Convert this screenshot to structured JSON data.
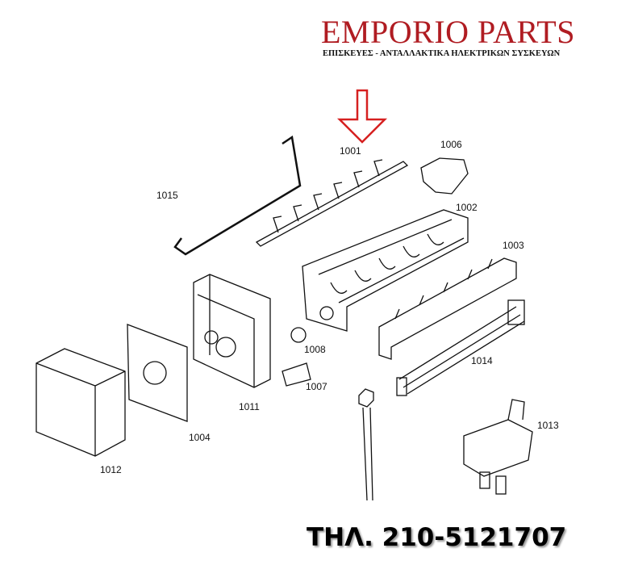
{
  "header": {
    "brand": "EMPORIO PARTS",
    "tagline": "ΕΠΙΣΚΕΥΕΣ - ΑΝΤΑΛΛΑΚΤΙΚΑ ΗΛΕΚΤΡΙΚΩΝ ΣΥΣΚΕΥΩΝ",
    "brand_color": "#b01c22"
  },
  "parts": {
    "p1001": "1001",
    "p1002": "1002",
    "p1003": "1003",
    "p1004": "1004",
    "p1006": "1006",
    "p1007": "1007",
    "p1008": "1008",
    "p1011": "1011",
    "p1012": "1012",
    "p1013": "1013",
    "p1014": "1014",
    "p1015": "1015"
  },
  "arrow_color": "#d62020",
  "footer": {
    "phone": "ΤΗΛ. 210-5121707"
  }
}
